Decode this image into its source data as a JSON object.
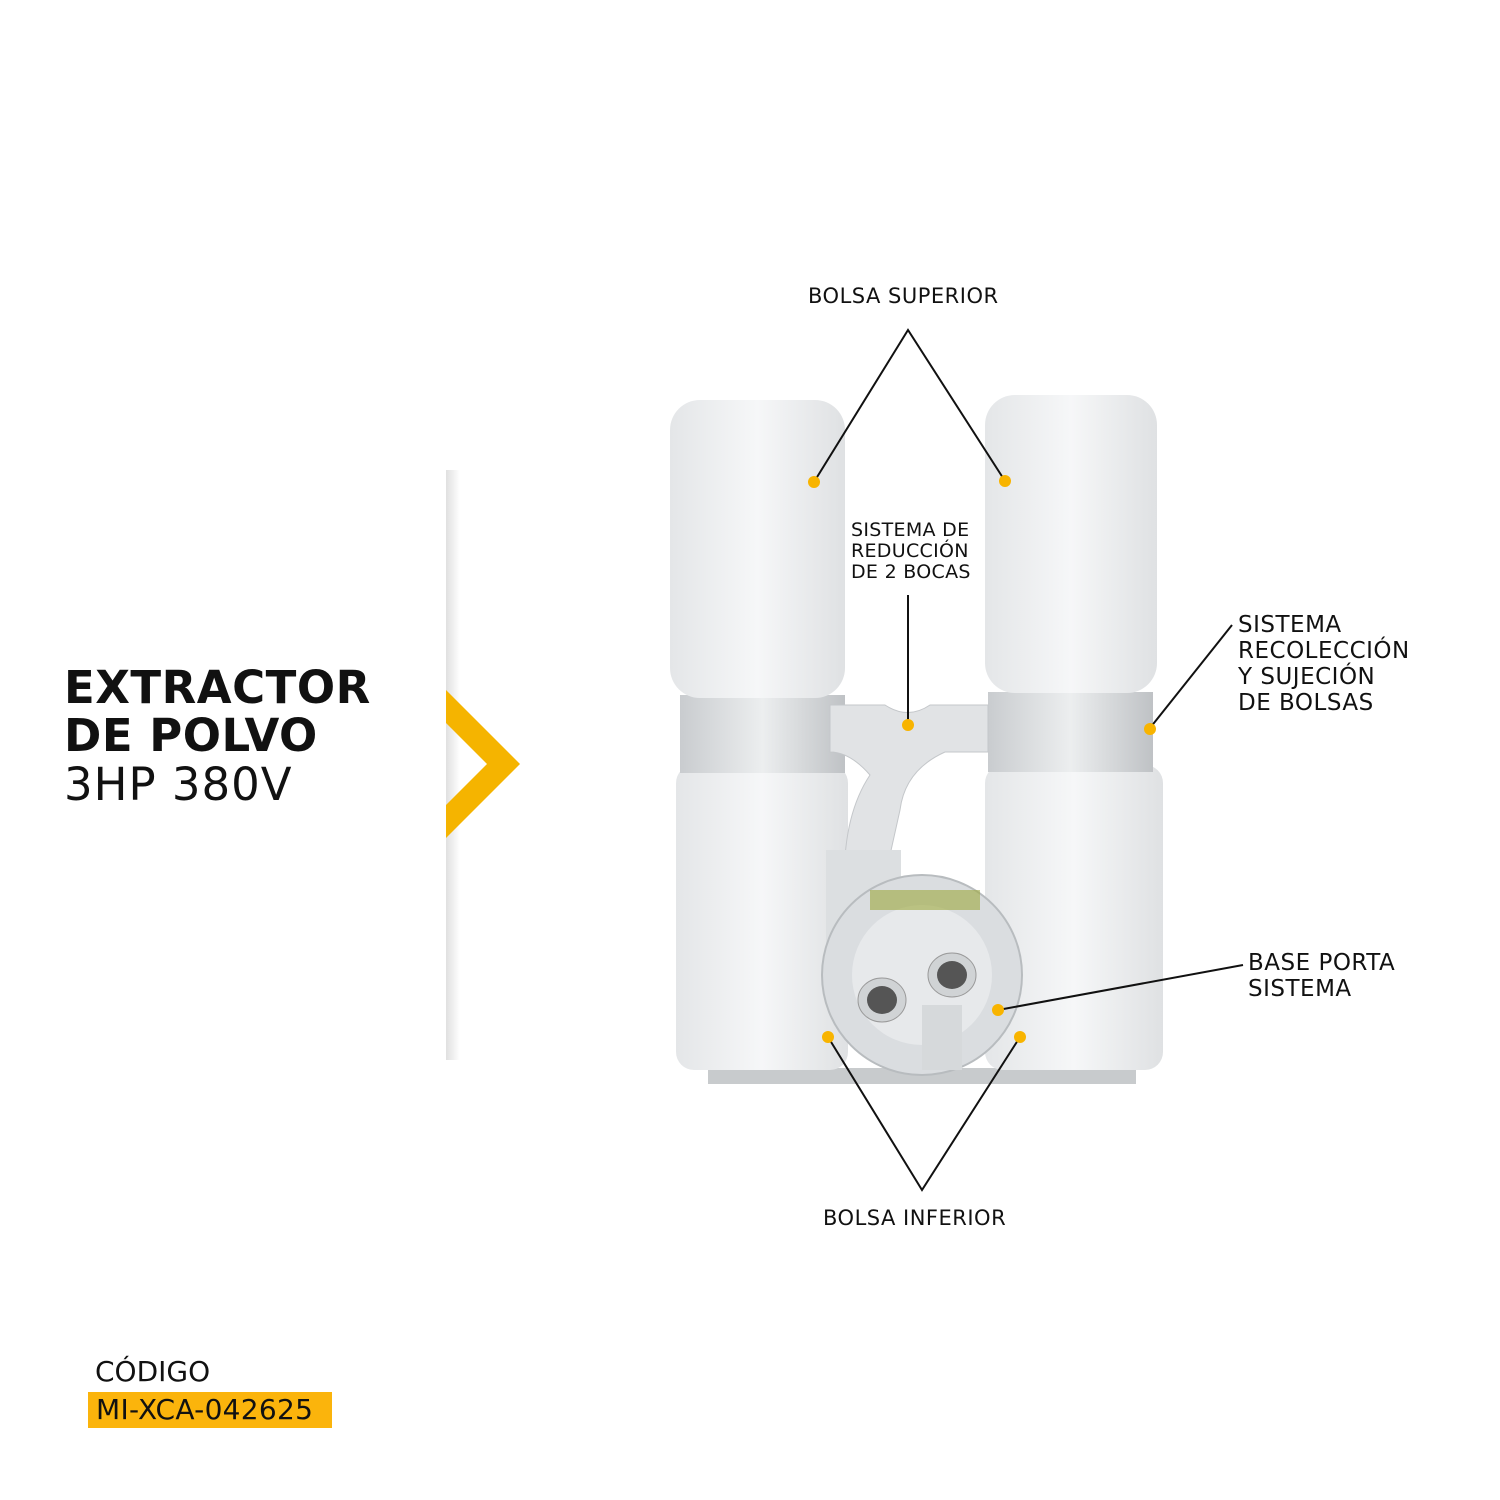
{
  "product": {
    "title_line1": "EXTRACTOR",
    "title_line2": "DE POLVO",
    "subtitle": "3HP 380V"
  },
  "callouts": {
    "top_bags": "BOLSA SUPERIOR",
    "reduction": "SISTEMA DE\nREDUCCIÓN\nDE 2 BOCAS",
    "collection": "SISTEMA\nRECOLECCIÓN\nY SUJECIÓN\nDE BOLSAS",
    "base": "BASE PORTA\nSISTEMA",
    "bottom_bags": "BOLSA INFERIOR"
  },
  "code": {
    "label": "CÓDIGO",
    "value": "MI-XCA-042625"
  },
  "colors": {
    "accent": "#fbb40c",
    "text": "#111111"
  }
}
